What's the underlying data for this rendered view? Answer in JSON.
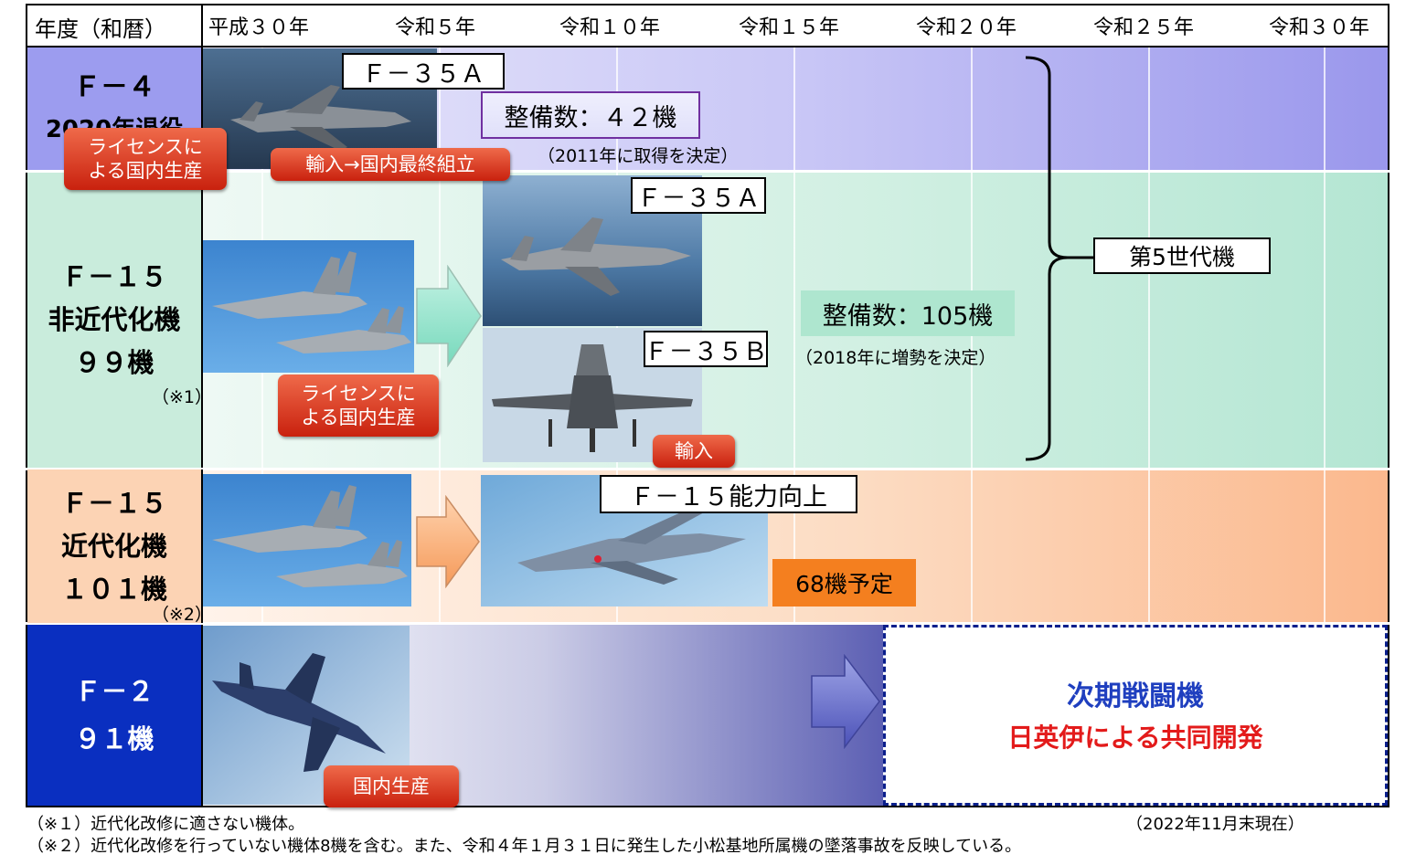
{
  "header": {
    "corner": "年度（和暦）",
    "years": [
      "平成３０年",
      "令和５年",
      "令和１０年",
      "令和１５年",
      "令和２０年",
      "令和２５年",
      "令和３０年"
    ]
  },
  "rows": {
    "f4": {
      "line1": "Ｆ－４",
      "line2": "2020年退役",
      "color": "#9c9cef"
    },
    "f15_old": {
      "line1": "Ｆ－１５",
      "line2": "非近代化機",
      "line3": "９９機",
      "note": "（※1）",
      "color": "#c9ecdc"
    },
    "f15_mod": {
      "line1": "Ｆ－１５",
      "line2": "近代化機",
      "line3": "１０１機",
      "note": "（※2）",
      "color": "#fcd3b4"
    },
    "f2": {
      "line1": "Ｆ－２",
      "line2": "９１機",
      "color": "#0a2fc0"
    }
  },
  "f35a_top": {
    "label": "Ｆ－３５Ａ",
    "count": "整備数：４２機",
    "decision": "（2011年に取得を決定）",
    "license": "ライセンスに\nよる国内生産",
    "import_assembly": "輸入→国内最終組立"
  },
  "f15_replacement": {
    "license": "ライセンスに\nよる国内生産",
    "f35a_label": "Ｆ－３５Ａ",
    "f35b_label": "Ｆ－３５Ｂ",
    "count": "整備数：105機",
    "decision": "（2018年に増勢を決定）",
    "import": "輸入"
  },
  "fifth_gen": "第5世代機",
  "f15_upgrade": {
    "label": "Ｆ－１５能力向上",
    "planned": "68機予定"
  },
  "f2_row": {
    "domestic": "国内生産",
    "next_fighter": "次期戦闘機",
    "joint_dev": "日英伊による共同開発"
  },
  "footnotes": {
    "note1": "（※１）近代化改修に適さない機体。",
    "note2": "（※２）近代化改修を行っていない機体8機を含む。また、令和４年１月３１日に発生した小松基地所属機の墜落事故を反映している。",
    "as_of": "（2022年11月末現在）"
  },
  "colors": {
    "red_label": "#d8341b",
    "orange_label": "#f47f1f",
    "green_label": "#aee6cf",
    "next_fighter_text": "#1f3fbf",
    "joint_dev_text": "#e31b1b"
  }
}
